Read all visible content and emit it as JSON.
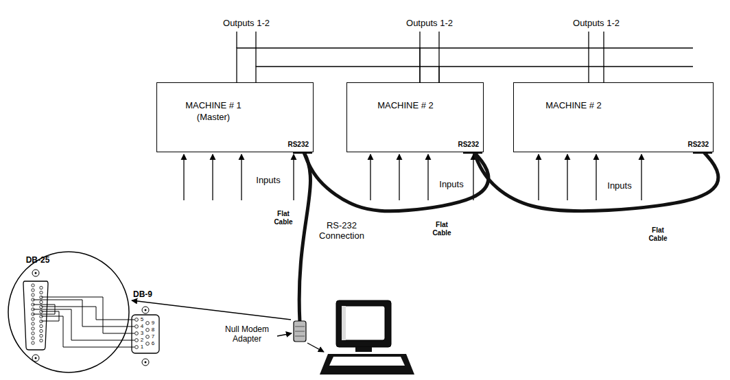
{
  "diagram": {
    "nodes": [
      {
        "text": [
          "MACHINE # 1 (Master)",
          "RS232"
        ]
      },
      {
        "text": [
          "MACHINE # 2",
          "RS232"
        ]
      },
      {
        "text": [
          "MACHINE # 2",
          "RS232"
        ]
      }
    ],
    "edges": [
      {
        "from": 0,
        "to": 1,
        "arrow": "none",
        "label": "Flat Cable"
      },
      {
        "from": 1,
        "to": 2,
        "arrow": "none",
        "label": "Flat Cable"
      },
      {
        "from": 0,
        "to": 1,
        "arrow": "none"
      },
      {
        "from": 1,
        "to": 2,
        "arrow": "none"
      },
      {
        "from": 0,
        "to": 1,
        "arrow": "none"
      },
      {
        "from": 1,
        "to": 2,
        "arrow": "none"
      }
    ],
    "labels": [
      "Outputs 1-2",
      "Outputs 1-2",
      "Outputs 1-2",
      "Inputs",
      "Inputs",
      "Inputs",
      "Flat Cable",
      "RS-232 Connection",
      "Null Modem Adapter",
      "DB-25",
      "DB-9",
      "5",
      "9",
      "4",
      "8",
      "3",
      "7",
      "2",
      "6",
      "1"
    ]
  }
}
